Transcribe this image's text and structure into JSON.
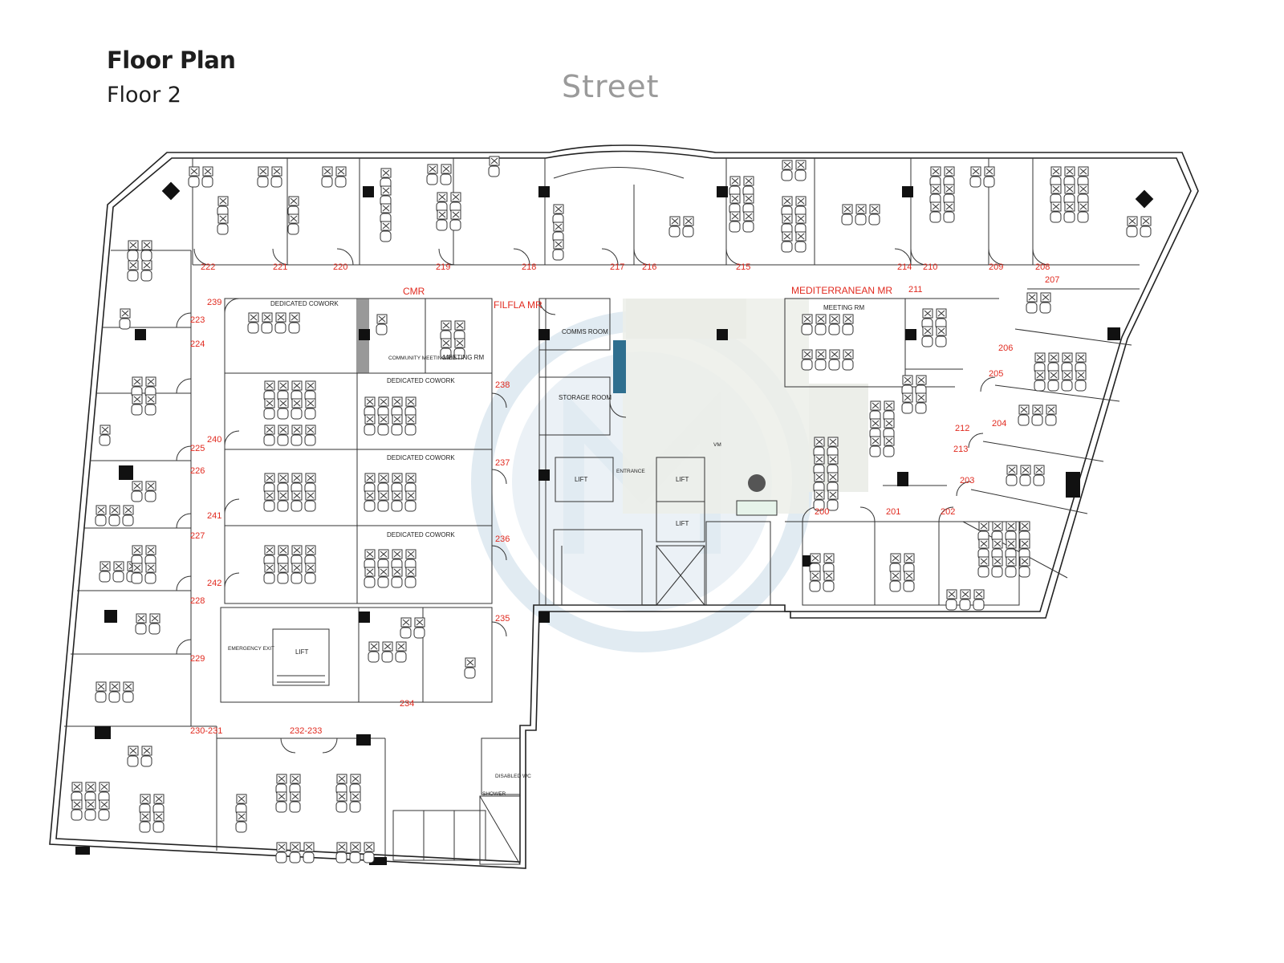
{
  "header": {
    "title": "Floor Plan",
    "subtitle": "Floor 2",
    "street_label": "Street"
  },
  "room_numbers": [
    "222",
    "221",
    "220",
    "219",
    "218",
    "217",
    "216",
    "215",
    "214",
    "210",
    "209",
    "208",
    "207",
    "211",
    "206",
    "205",
    "204",
    "212",
    "213",
    "203",
    "202",
    "201",
    "200",
    "239",
    "223",
    "224",
    "240",
    "225",
    "226",
    "241",
    "227",
    "242",
    "228",
    "229",
    "230-231",
    "232-233",
    "234",
    "235",
    "236",
    "237",
    "238"
  ],
  "meeting_rooms": [
    "CMR",
    "FILFLA MR",
    "MEDITERRANEAN MR"
  ],
  "area_labels": {
    "dedicated_cowork": "DEDICATED COWORK",
    "community_meeting": "COMMUNITY MEETING RM",
    "meeting_rm": "MEETING RM",
    "comms_room": "COMMS ROOM",
    "storage_room": "STORAGE ROOM",
    "lift": "LIFT",
    "entrance": "ENTRANCE",
    "emergency_exit": "EMERGENCY EXIT",
    "vm": "VM",
    "disabled_wc": "DISABLED WC",
    "shower": "SHOWER"
  },
  "colors": {
    "room_number": "#e12a1f",
    "wall": "#222222",
    "watermark": "#c9dbe8",
    "kitchen_fill": "#e9ebe6",
    "street": "#9a9a9a"
  },
  "icons": [
    "desk-icon",
    "chair-icon",
    "column-icon",
    "door-arc-icon",
    "logo-watermark-icon"
  ]
}
